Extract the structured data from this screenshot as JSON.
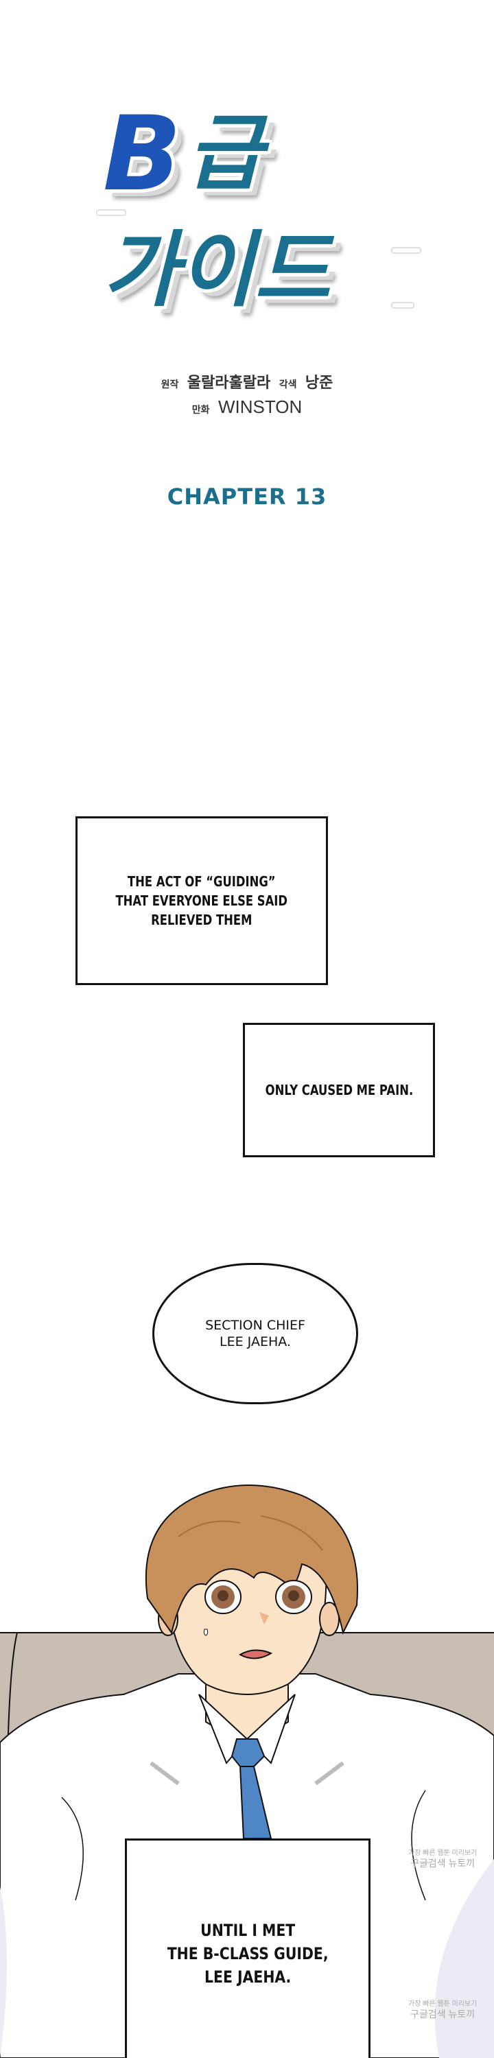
{
  "title_logo": {
    "line1_latin": "B",
    "line1_korean": "급",
    "line2_korean": "가이드",
    "colors": {
      "b_letter": "#1d56b8",
      "hangul": "#1a6f8f",
      "outline": "#ffffff",
      "shadow": "#d8d8d8"
    }
  },
  "credits": {
    "original_label": "원작",
    "original_author": "울랄라훌랄라",
    "adaptation_label": "각색",
    "adaptation_author": "낭준",
    "art_label": "만화",
    "art_author": "WINSTON"
  },
  "chapter": {
    "label": "CHAPTER 13",
    "color": "#1a6f8f"
  },
  "narration": [
    {
      "lines": [
        "THE ACT OF “GUIDING”",
        "THAT EVERYONE ELSE SAID",
        "RELIEVED THEM"
      ]
    },
    {
      "lines": [
        "ONLY CAUSED ME PAIN."
      ]
    }
  ],
  "speech_bubble": {
    "lines": [
      "SECTION CHIEF",
      "LEE JAEHA."
    ]
  },
  "panel": {
    "description": "Brown-haired young man in white shirt and blue tie, surprised expression, seated against beige sofa",
    "caption": {
      "lines": [
        "UNTIL I MET",
        "THE B-CLASS GUIDE,",
        "LEE JAEHA."
      ]
    },
    "watermark": {
      "line1": "가장 빠른 웹툰 미리보기",
      "line2": "구글검색 뉴토끼"
    },
    "colors": {
      "hair": "#c8915c",
      "skin": "#fbe3c8",
      "tie": "#4f86c6",
      "sofa": "#c9beb4",
      "shirt": "#ffffff"
    }
  }
}
